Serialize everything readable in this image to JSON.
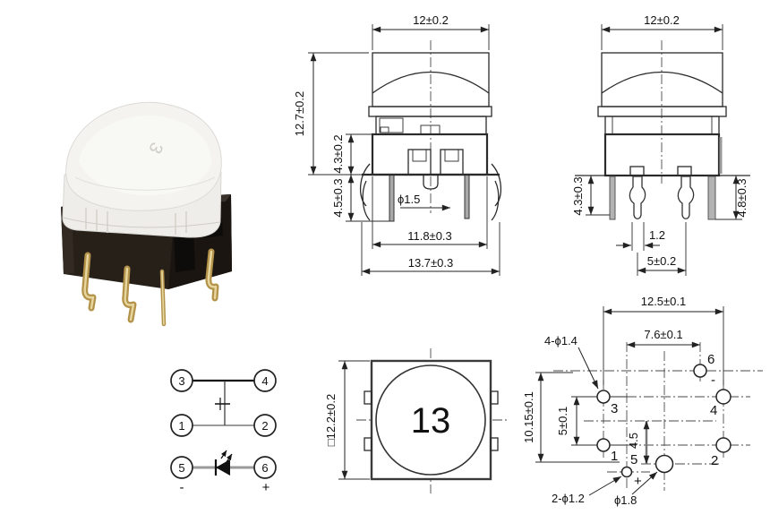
{
  "photo": {
    "cap_marking": "3"
  },
  "schematic": {
    "pin3": "3",
    "pin4": "4",
    "pin1": "1",
    "pin2": "2",
    "pin5": "5",
    "pin6": "6",
    "minus": "-",
    "plus": "+"
  },
  "front_view": {
    "cap_width": "12±0.2",
    "total_height": "12.7±0.2",
    "base_height": "4.3±0.2",
    "pin_length": "4.5±0.3",
    "center_pin_dia": "ϕ1.5",
    "body_width": "11.8±0.3",
    "overall_width": "13.7±0.3"
  },
  "side_view": {
    "cap_width": "12±0.2",
    "pin_length_left": "4.3±0.3",
    "pin_length_right": "4.8±0.3",
    "pin_width": "1.2",
    "pin_pitch": "5±0.2"
  },
  "top_view": {
    "square_size": "□12.2±0.2",
    "cap_dia": "13"
  },
  "pcb_layout": {
    "col_pitch": "12.5±0.1",
    "led_pitch": "7.6±0.1",
    "row_span": "10.15±0.1",
    "row_pitch": "5±0.1",
    "center_offset": "4.5",
    "switch_holes": "4-ϕ1.4",
    "led_holes": "2-ϕ1.2",
    "center_hole": "ϕ1.8",
    "pin1": "1",
    "pin2": "2",
    "pin3": "3",
    "pin4": "4",
    "pin5": "5",
    "pin6": "6",
    "minus": "-",
    "plus": "+"
  }
}
